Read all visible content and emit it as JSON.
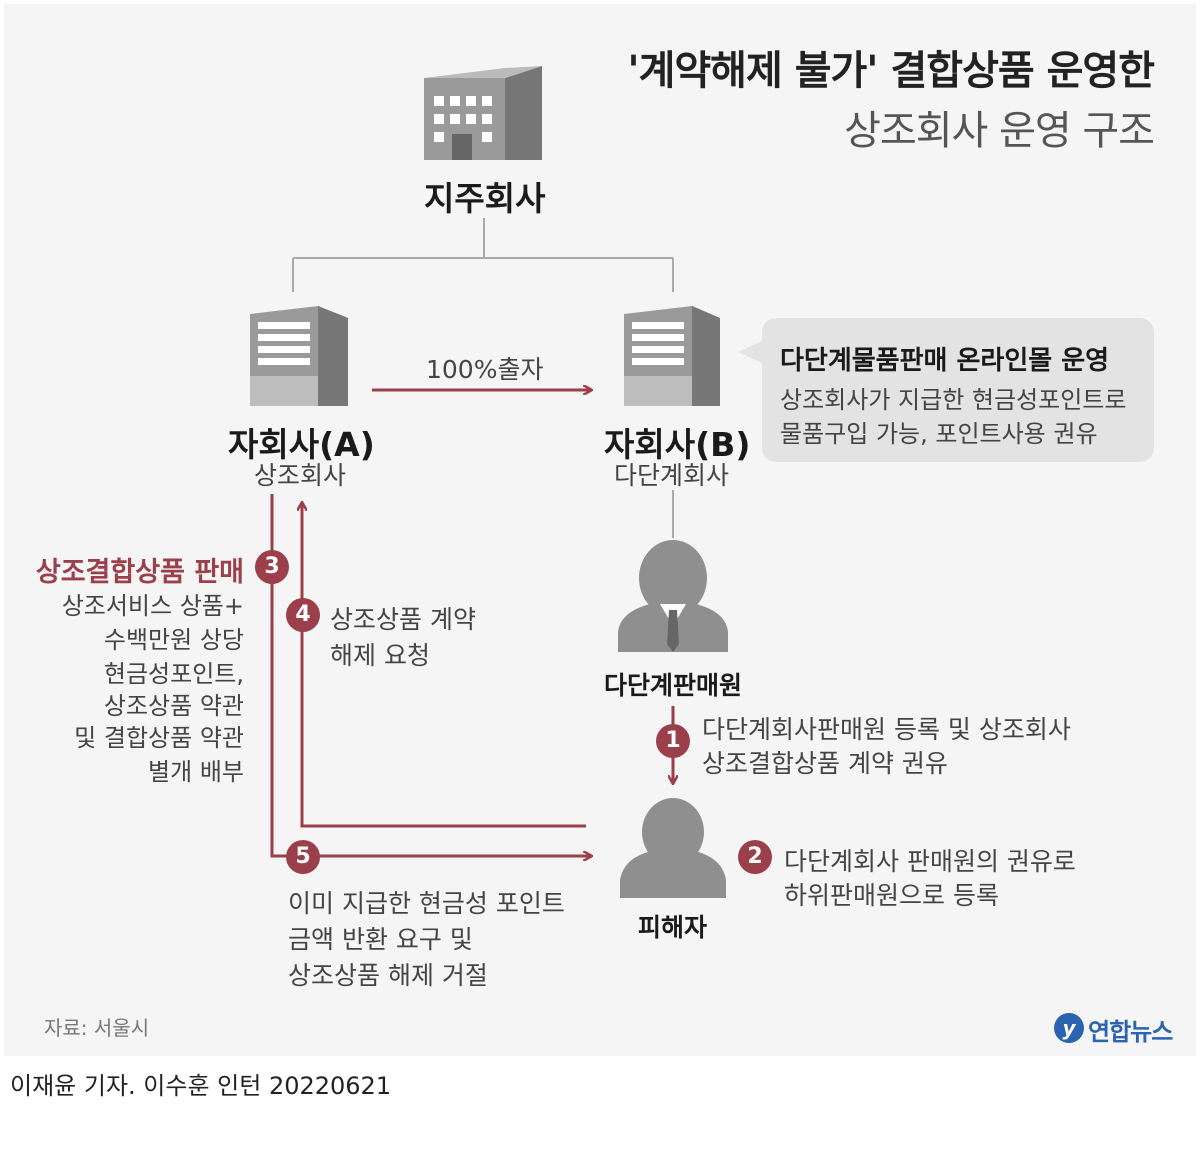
{
  "title": {
    "line1": "'계약해제 불가' 결합상품 운영한",
    "line2": "상조회사 운영 구조"
  },
  "holding": {
    "name": "지주회사"
  },
  "companyA": {
    "name": "자회사(A)",
    "sub": "상조회사"
  },
  "companyB": {
    "name": "자회사(B)",
    "sub": "다단계회사"
  },
  "investment_label": "100%출자",
  "bubble": {
    "title": "다단계물품판매 온라인몰 운영",
    "lines": [
      "상조회사가 지급한 현금성포인트로",
      "물품구입 가능, 포인트사용 권유"
    ]
  },
  "seller": {
    "label": "다단계판매원"
  },
  "victim": {
    "label": "피해자"
  },
  "steps": {
    "s1": {
      "num": "1",
      "lines": [
        "다단계회사판매원 등록 및 상조회사",
        "상조결합상품 계약 권유"
      ]
    },
    "s2": {
      "num": "2",
      "lines": [
        "다단계회사 판매원의 권유로",
        "하위판매원으로 등록"
      ]
    },
    "s3": {
      "num": "3",
      "title": "상조결합상품 판매",
      "lines": [
        "상조서비스 상품+",
        "수백만원 상당",
        "현금성포인트,",
        "상조상품 약관",
        "및 결합상품 약관",
        "별개 배부"
      ]
    },
    "s4": {
      "num": "4",
      "lines": [
        "상조상품 계약",
        "해제 요청"
      ]
    },
    "s5": {
      "num": "5",
      "lines": [
        "이미 지급한 현금성 포인트",
        "금액 반환 요구 및",
        "상조상품 해제 거절"
      ]
    }
  },
  "source": "자료: 서울시",
  "logo": {
    "mark": "y",
    "text": "연합뉴스"
  },
  "credit": "이재윤 기자. 이수훈 인턴 20220621",
  "colors": {
    "accent": "#9b3f4b",
    "gray_icon": "#8f8f8f",
    "panel_bg": "#f5f5f5",
    "bubble_bg": "#e3e3e3"
  }
}
